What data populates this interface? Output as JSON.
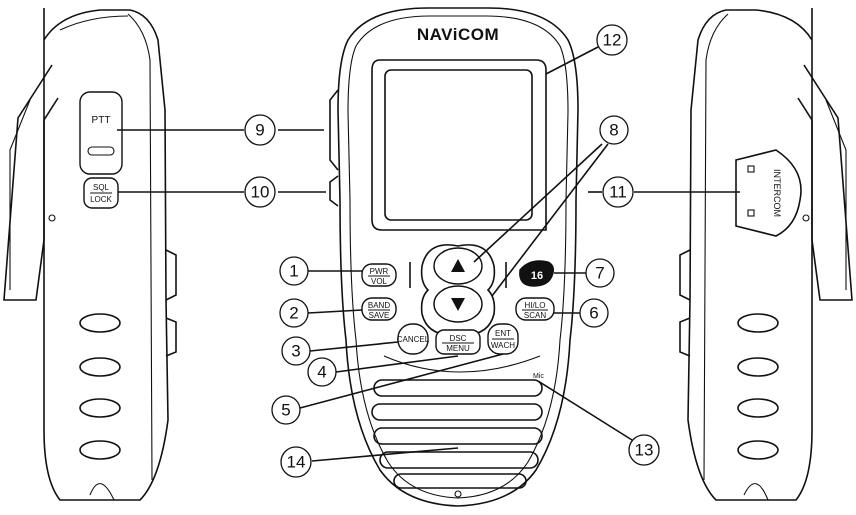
{
  "brand": "NAViCOM",
  "buttons": {
    "ptt": "PTT",
    "sql_top": "SQL",
    "sql_bottom": "LOCK",
    "pwr_top": "PWR",
    "pwr_bottom": "VOL",
    "band_top": "BAND",
    "band_bottom": "SAVE",
    "cancel": "CANCEL",
    "dsc_top": "DSC",
    "dsc_bottom": "MENU",
    "ent_top": "ENT",
    "ent_bottom": "WACH",
    "ch16": "16",
    "hilo_top": "HI/LO",
    "hilo_bottom": "SCAN",
    "intercom": "INTERCOM",
    "mic": "Mic"
  },
  "callouts": [
    "1",
    "2",
    "3",
    "4",
    "5",
    "6",
    "7",
    "8",
    "9",
    "10",
    "11",
    "12",
    "13",
    "14"
  ]
}
